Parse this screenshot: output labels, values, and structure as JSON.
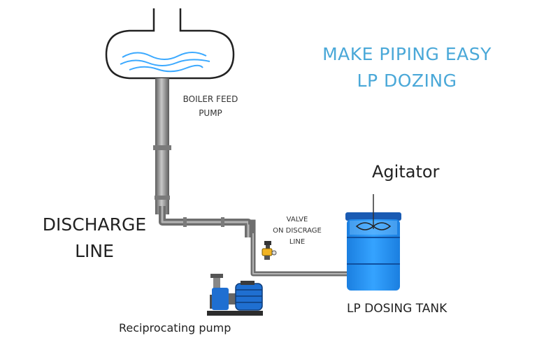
{
  "title": {
    "line1": "MAKE PIPING EASY",
    "line2": "LP DOZING",
    "color": "#4aa8d8"
  },
  "labels": {
    "boiler_feed_pump_line1": "BOILER FEED",
    "boiler_feed_pump_line2": "PUMP",
    "discharge_line1": "DISCHARGE",
    "discharge_line2": "LINE",
    "valve_line1": "VALVE",
    "valve_line2": "ON DISCRAGE",
    "valve_line3": "LINE",
    "agitator": "Agitator",
    "tank": "LP DOSING TANK",
    "pump": "Reciprocating pump"
  },
  "colors": {
    "pipe": "#6e6e6e",
    "pipe_light": "#a9a9a9",
    "tank_blue": "#1e90ff",
    "water_blue": "#3ba9ff",
    "pump_blue": "#1f6fd1"
  }
}
